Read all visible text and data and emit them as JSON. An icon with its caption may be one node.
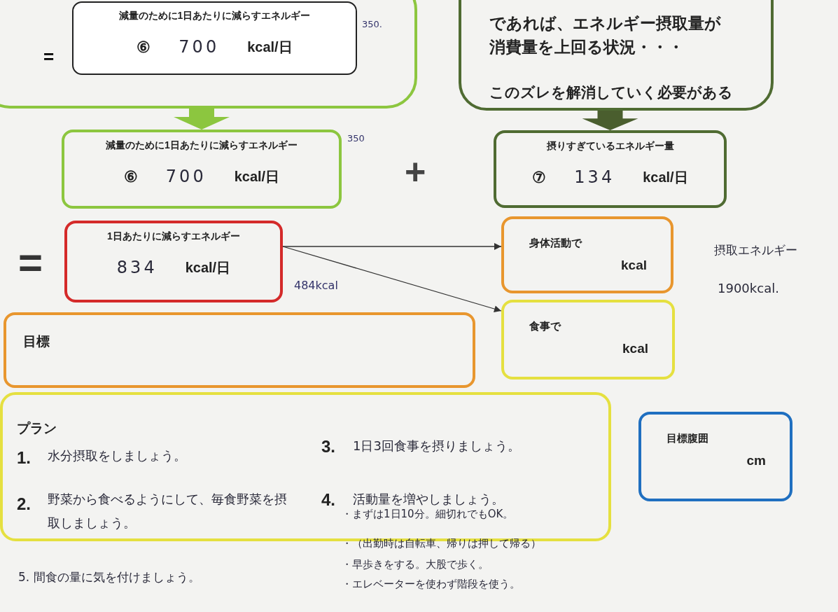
{
  "diagram": {
    "nodes": [
      {
        "text": [],
        "shape": "box"
      },
      {
        "text": [
          "減量のために1日あたりに減らすエネルギー",
          "⑥",
          "700",
          "kcal/日"
        ],
        "in": 0,
        "beside": [
          "350."
        ]
      },
      {
        "text": [
          "であれば、エネルギー摂取量が消費量を上回る状況・・・",
          "このズレを解消していく必要がある"
        ]
      },
      {
        "text": [
          "減量のために1日あたりに減らすエネルギー",
          "⑥",
          "700",
          "kcal/日"
        ],
        "beside": [
          "350"
        ]
      },
      {
        "text": [
          "摂りすぎているエネルギー量",
          "⑦",
          "134",
          "kcal/日"
        ]
      },
      {
        "text": [
          "1日あたりに減らすエネルギー",
          "834",
          "kcal/日"
        ]
      },
      {
        "text": [
          "身体活動で",
          "kcal"
        ]
      },
      {
        "text": [
          "食事で",
          "kcal"
        ]
      },
      {
        "text": [
          "目標"
        ]
      },
      {
        "text": [
          "プラン",
          "1.",
          "水分摂取をしましょう。",
          "2.",
          "野菜から食べるようにして、毎食野菜を摂取しましょう。",
          "3.",
          "1日3回食事を摂りましょう。",
          "4.",
          "活動量を増やしましょう。"
        ]
      },
      {
        "text": [
          "目標腹囲",
          "cm"
        ]
      }
    ],
    "edges": [
      {
        "from": 0,
        "to": 3,
        "arrow": "to",
        "style": "thick",
        "color": "#8cc63f"
      },
      {
        "from": 2,
        "to": 4,
        "arrow": "to",
        "style": "thick",
        "color": "#4a5e2e"
      },
      {
        "from": 5,
        "to": 6,
        "arrow": "to"
      },
      {
        "from": 5,
        "to": 7,
        "arrow": "to"
      }
    ],
    "labels": [
      "=",
      "+",
      "=",
      "484kcal",
      "摂取エネルギー",
      "1900kcal.",
      "・まずは1日10分。細切れでもOK。",
      "・（出勤時は自転車、帰りは押して帰る）",
      "・早歩きをする。大股で歩く。",
      "・エレベーターを使わず階段を使う。",
      "5. 間食の量に気を付けましょう。"
    ]
  }
}
